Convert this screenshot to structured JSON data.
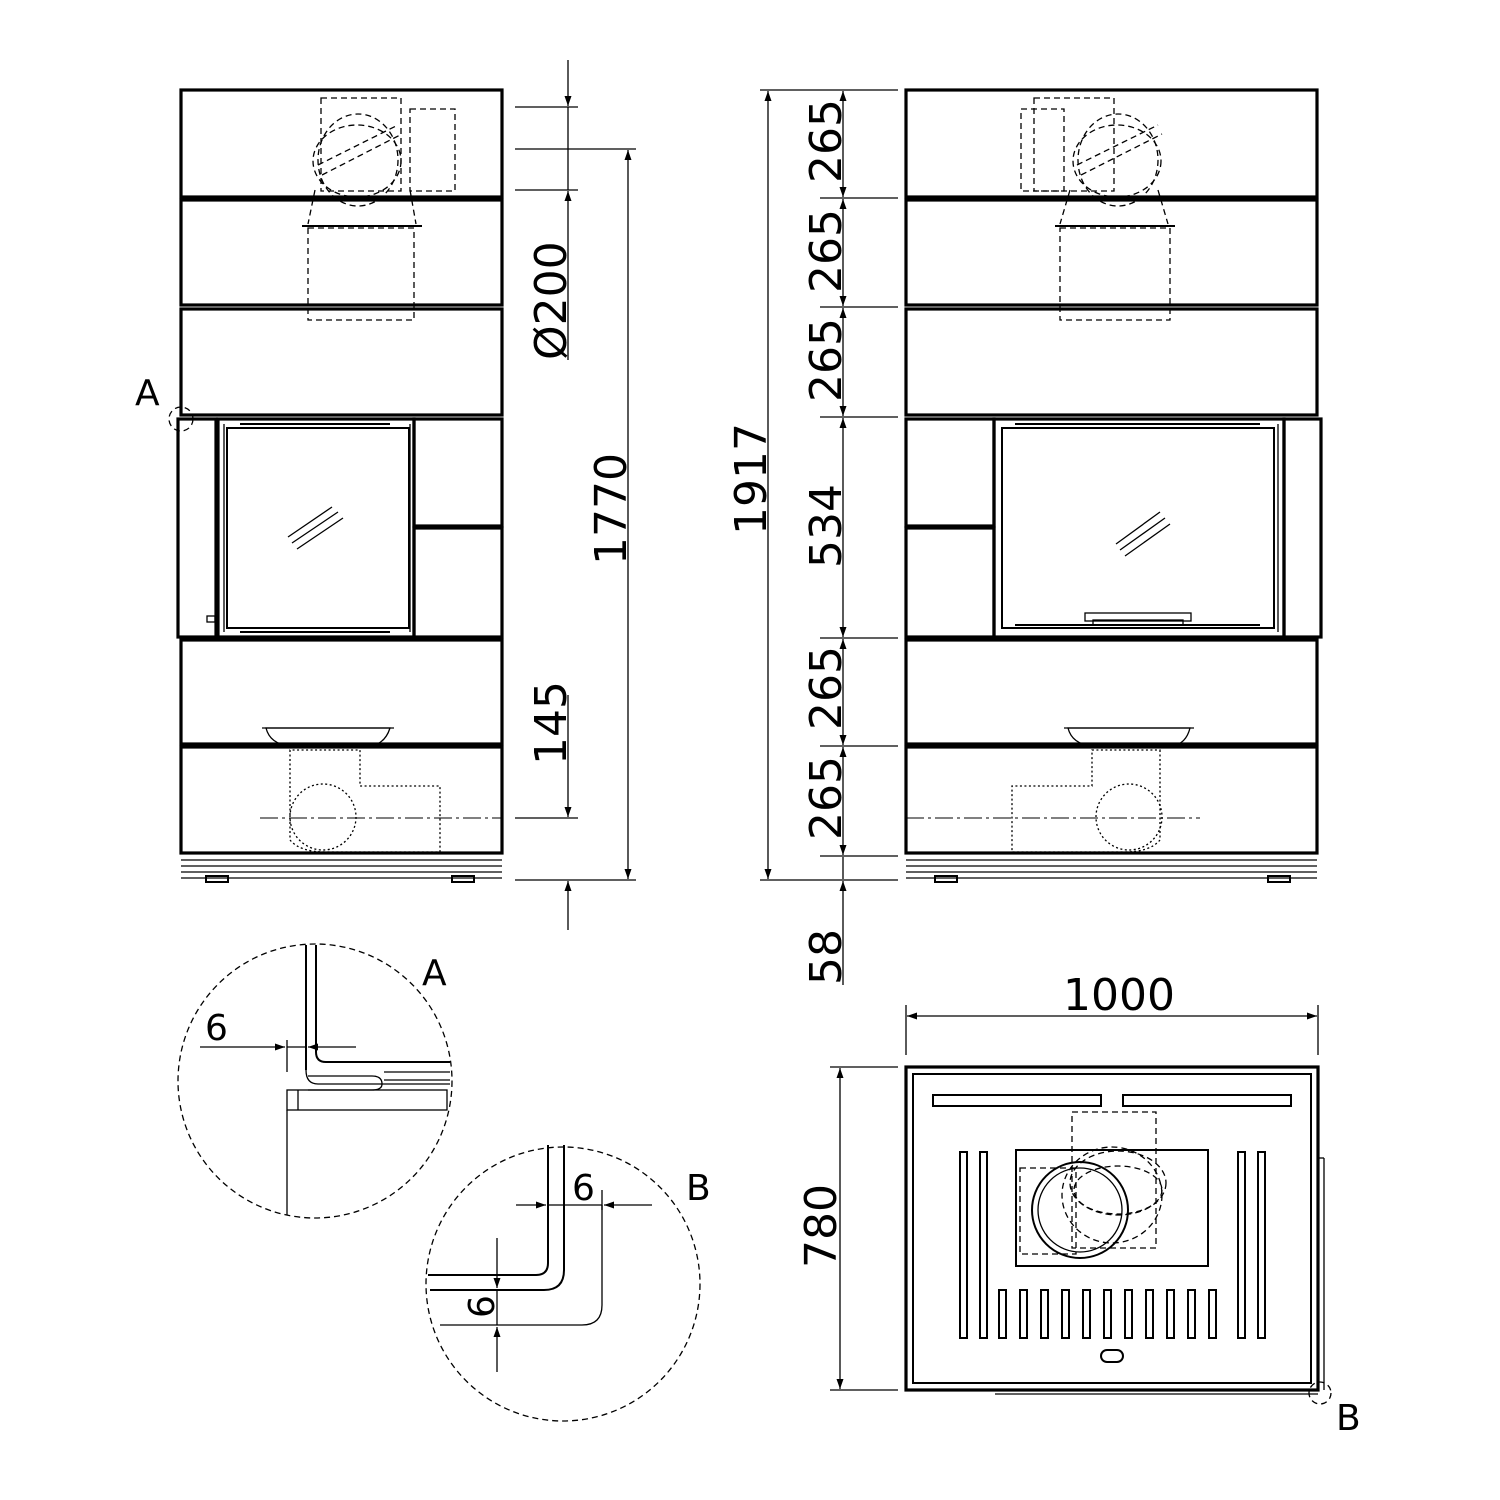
{
  "front_view": {
    "dimensions": {
      "flue_diameter": "Ø200",
      "flue_height": "1770",
      "bottom_outlet_height": "145"
    },
    "detail_marker": "A"
  },
  "side_view": {
    "dimensions": {
      "total_height": "1917",
      "segment_1": "265",
      "segment_2": "265",
      "segment_3": "265",
      "firebox": "534",
      "segment_4": "265",
      "segment_5": "265",
      "base": "58"
    }
  },
  "detail_a": {
    "label": "A",
    "gap": "6"
  },
  "detail_b": {
    "label": "B",
    "gap_horizontal": "6",
    "gap_vertical": "6"
  },
  "top_view": {
    "width": "1000",
    "depth": "780",
    "detail_marker": "B"
  }
}
